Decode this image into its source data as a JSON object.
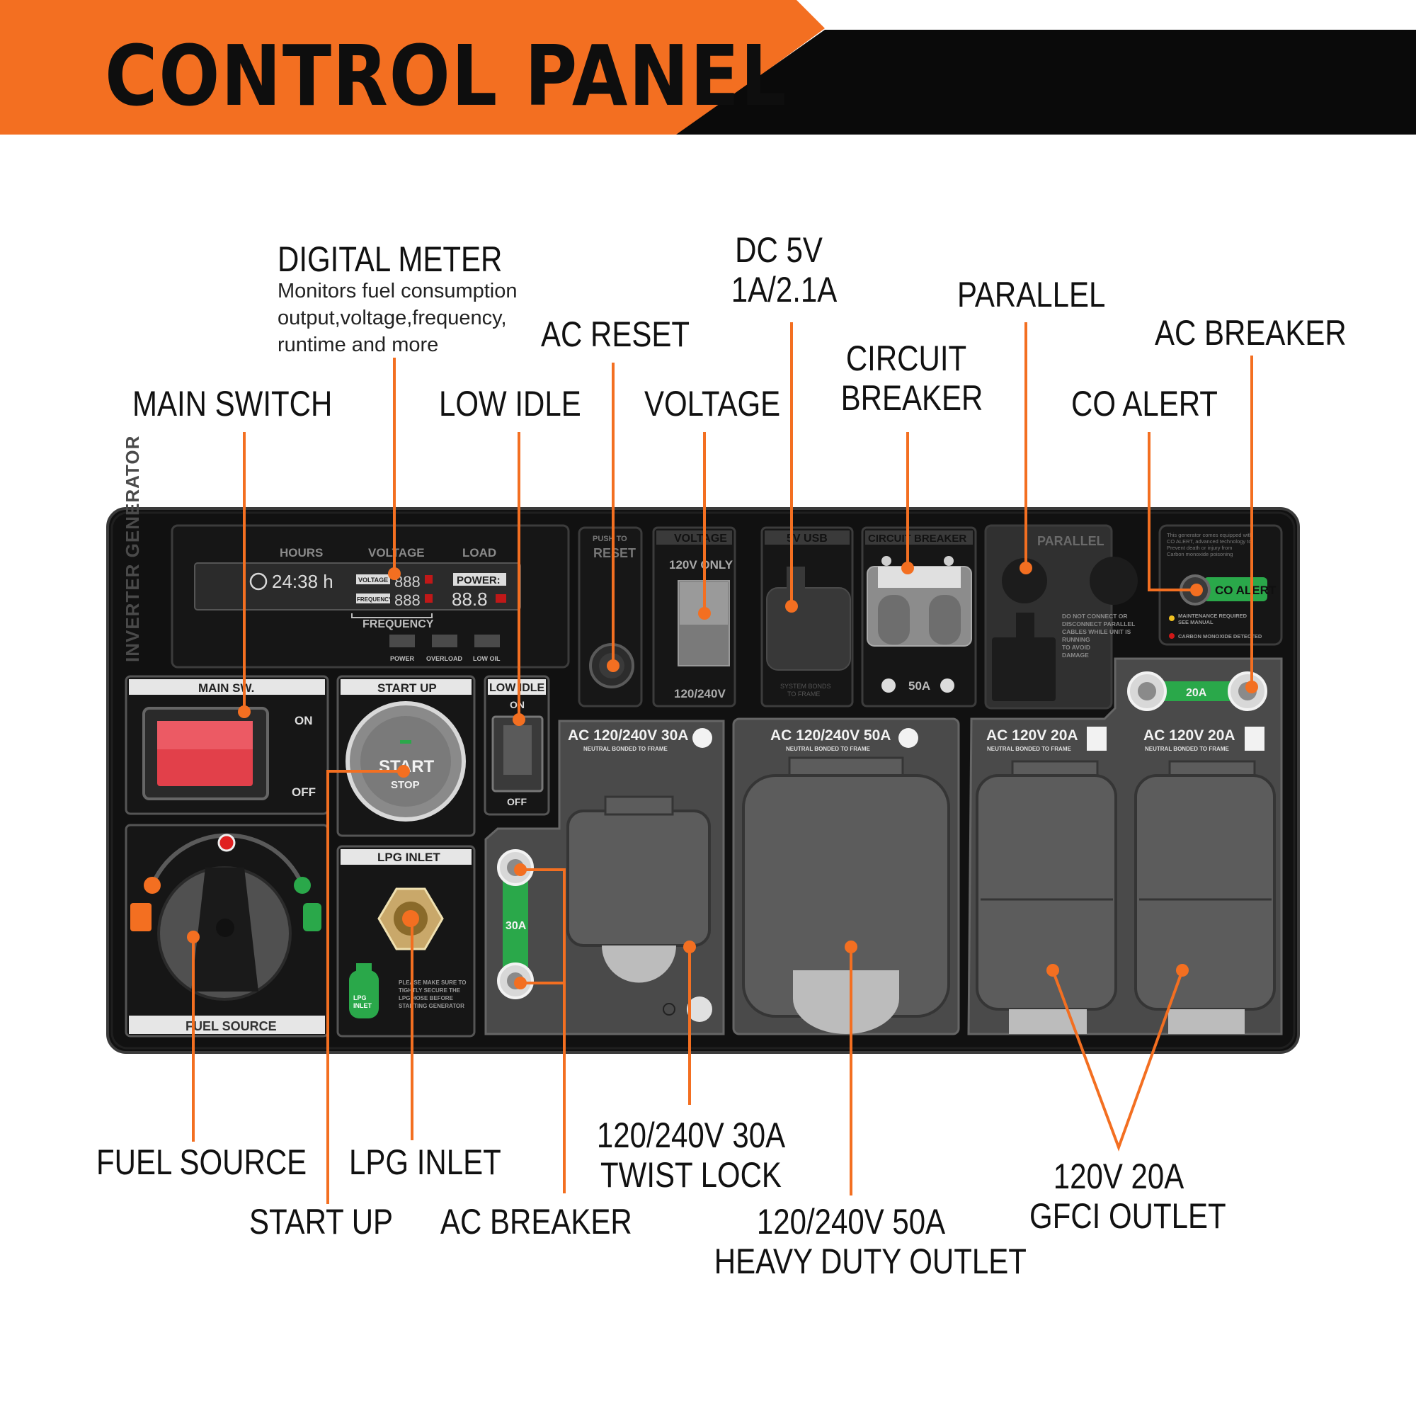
{
  "title": "CONTROL PANEL",
  "colors": {
    "accent": "#f36f21",
    "banner_dark": "#0a0a0a",
    "panel": "#111111",
    "panel_grey": "#4a4a4a",
    "outlet_grey": "#5c5c5c",
    "green": "#2aa84a"
  },
  "callouts": {
    "digital_meter": {
      "label": "DIGITAL METER",
      "description": "Monitors fuel consumption\noutput,voltage,frequency,\nruntime and more"
    },
    "main_switch": "MAIN SWITCH",
    "low_idle": "LOW IDLE",
    "ac_reset": "AC RESET",
    "voltage": "VOLTAGE",
    "dc_5v": "DC 5V\n1A/2.1A",
    "circuit_breaker": "CIRCUIT\nBREAKER",
    "parallel": "PARALLEL",
    "co_alert": "CO ALERT",
    "ac_breaker_top": "AC BREAKER",
    "fuel_source": "FUEL SOURCE",
    "lpg_inlet": "LPG INLET",
    "start_up": "START UP",
    "ac_breaker_bottom": "AC BREAKER",
    "twist_lock": "120/240V 30A\nTWIST LOCK",
    "heavy_duty": "120/240V 50A\nHEAVY DUTY OUTLET",
    "gfci": "120V 20A\nGFCI OUTLET"
  },
  "panel": {
    "brand_vertical": "INVERTER GENERATOR",
    "meter": {
      "hours_label": "HOURS",
      "voltage_label": "VOLTAGE",
      "load_label": "LOAD",
      "hours_value": "24:38 h",
      "voltage_tag": "VOLTAGE",
      "frequency_tag": "FREQUENCY",
      "voltage_digits": "888",
      "frequency_digits": "888",
      "power_tag": "POWER:",
      "power_digits": "88.8",
      "frequency_label": "FREQUENCY",
      "indicators": [
        "POWER",
        "OVERLOAD",
        "LOW OIL"
      ]
    },
    "reset": {
      "line1": "PUSH TO",
      "line2": "RESET"
    },
    "voltage_box": {
      "header": "VOLTAGE",
      "top": "120V ONLY",
      "bottom": "120/240V"
    },
    "usb_box": {
      "header": "5V USB",
      "foot1": "SYSTEM BONDS",
      "foot2": "TO FRAME"
    },
    "breaker_box": {
      "header": "CIRCUIT BREAKER",
      "rating": "50A"
    },
    "parallel_box": {
      "header": "PARALLEL",
      "warning": "DO NOT CONNECT OR\nDISCONNECT PARALLEL\nCABLES WHILE UNIT IS\nRUNNING\nTO AVOID\nDAMAGE"
    },
    "co_box": {
      "text": "This generator comes equipped with\nCO ALERT, advanced technology to\nPrevent death or injury from\nCarbon monoxide poisoning",
      "button": "CO ALERT",
      "legend1": "MAINTENANCE REQUIRED\nSEE MANUAL",
      "legend2": "CARBON MONOXIDE DETECTED"
    },
    "main_sw": {
      "header": "MAIN SW.",
      "on": "ON",
      "off": "OFF"
    },
    "start_box": {
      "header": "START UP",
      "start": "START",
      "stop": "STOP"
    },
    "low_idle_box": {
      "header": "LOW IDLE",
      "on": "ON",
      "off": "OFF"
    },
    "fuel_box": {
      "footer": "FUEL SOURCE"
    },
    "lpg_box": {
      "header": "LPG INLET",
      "tank_label": "LPG\nINLET",
      "warning": "PLEASE MAKE SURE TO\nTIGHTLY SECURE THE\nLPG HOSE BEFORE\nSTARTING GENERATOR"
    },
    "outlet_30a": {
      "title": "AC 120/240V 30A",
      "sub": "NEUTRAL BONDED TO FRAME",
      "breaker": "30A"
    },
    "outlet_50a": {
      "title": "AC 120/240V 50A",
      "sub": "NEUTRAL BONDED TO FRAME"
    },
    "outlet_20a_left": {
      "title": "AC 120V 20A",
      "sub": "NEUTRAL BONDED TO FRAME"
    },
    "outlet_20a_right": {
      "title": "AC 120V 20A",
      "sub": "NEUTRAL BONDED TO FRAME"
    },
    "breaker_20a": "20A"
  }
}
